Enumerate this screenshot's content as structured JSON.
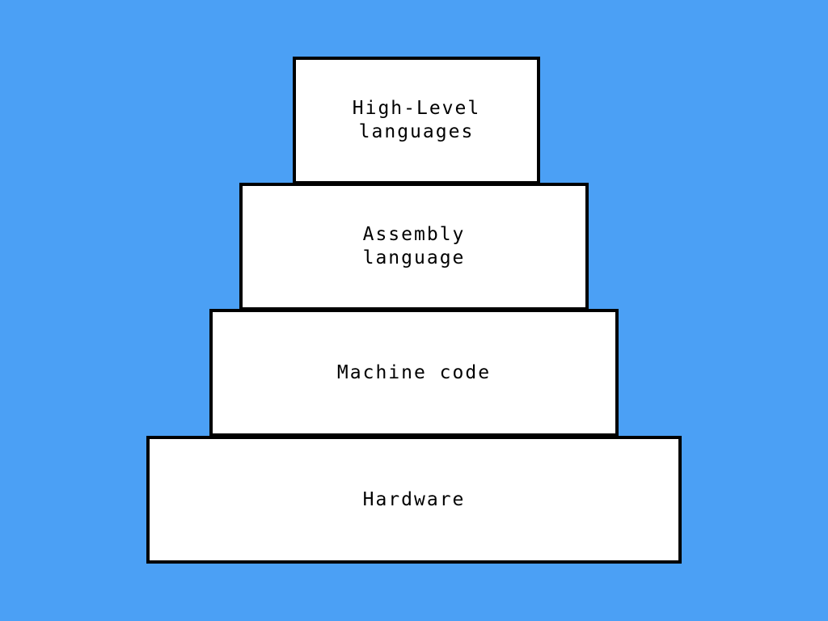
{
  "colors": {
    "background": "#4ba0f5",
    "box_fill": "#ffffff",
    "box_border": "#000000",
    "text": "#000000"
  },
  "pyramid": {
    "layers": [
      {
        "label": "High-Level\nlanguages"
      },
      {
        "label": "Assembly\nlanguage"
      },
      {
        "label": "Machine code"
      },
      {
        "label": "Hardware"
      }
    ]
  }
}
